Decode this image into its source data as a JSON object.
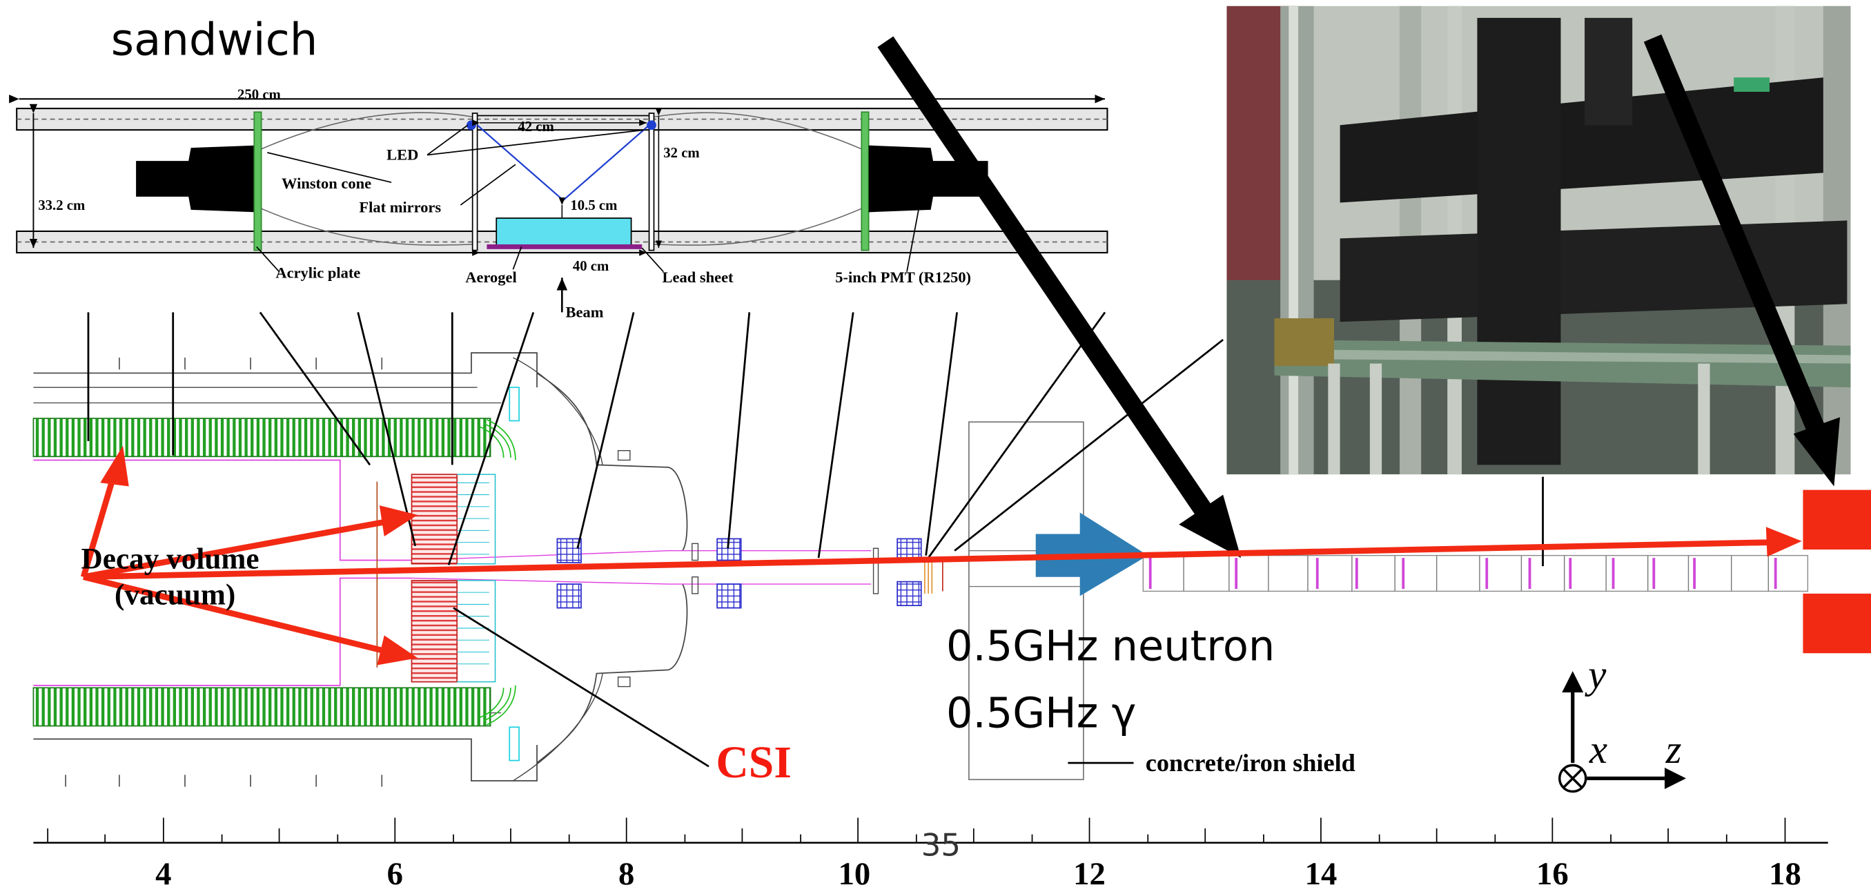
{
  "slide": {
    "title": "sandwich",
    "page_number": "35",
    "lines": [
      "0.5GHz neutron",
      "0.5GHz γ"
    ]
  },
  "counter_diagram": {
    "dims": {
      "length": "250 cm",
      "mirror_span": "42 cm",
      "height": "33.2 cm",
      "inner_height": "32 cm",
      "aerogel_gap": "10.5 cm",
      "aerogel_width": "40 cm"
    },
    "labels": {
      "led": "LED",
      "winston_cone": "Winston cone",
      "flat_mirrors": "Flat mirrors",
      "acrylic_plate": "Acrylic plate",
      "aerogel": "Aerogel",
      "lead_sheet": "Lead sheet",
      "pmt": "5-inch PMT (R1250)",
      "beam": "Beam"
    }
  },
  "detector": {
    "decay_volume_line1": "Decay volume",
    "decay_volume_line2": "(vacuum)",
    "csi": "CSI",
    "shield": "concrete/iron shield"
  },
  "axes": {
    "y": "y",
    "x": "x",
    "z": "z"
  },
  "scale": {
    "ticks": [
      "4",
      "6",
      "8",
      "10",
      "12",
      "14",
      "16",
      "18"
    ]
  },
  "colors": {
    "red_arrow": "#f22a14",
    "beam_arrow": "#2e7eb5",
    "csi_text": "#f41b0e",
    "barrel_green": "#22a022",
    "crystal_red": "#e03a3a",
    "module_pink": "#d048d8"
  }
}
